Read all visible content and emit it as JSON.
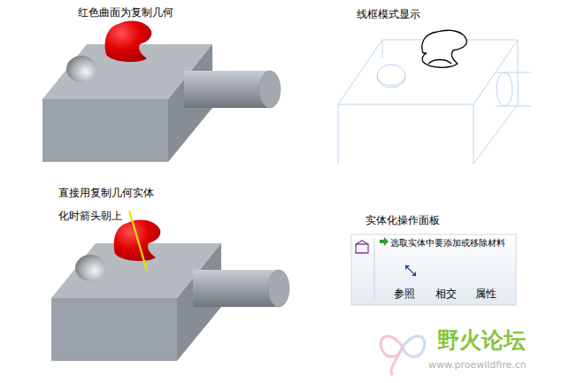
{
  "diagram": {
    "nodes": [
      {
        "text": [
          "实体化操作面板",
          "选取实体中要添加或移除材料",
          "参照",
          "相交",
          "属性"
        ]
      }
    ],
    "labels": [
      "红色曲面为复制几何",
      "线框模式显示",
      "直接用复制几何实体 化时箭头朝上",
      "野火论坛",
      "www.proewildfire.cn"
    ]
  }
}
